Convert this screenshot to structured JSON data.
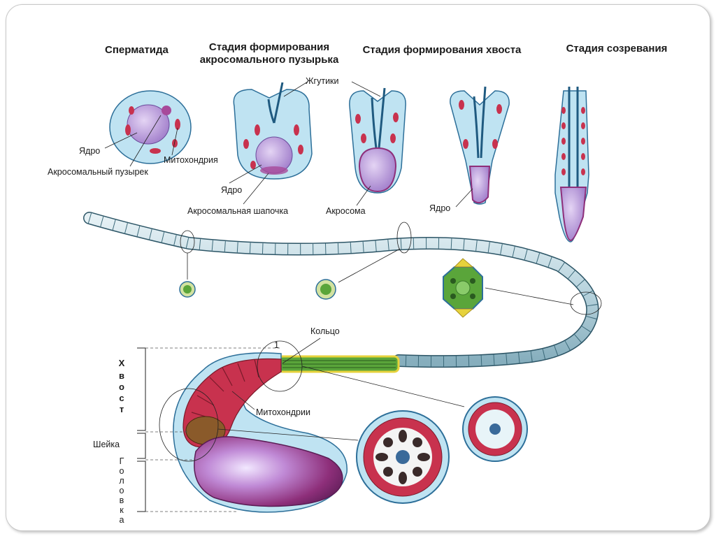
{
  "stages": {
    "spermatid": "Сперматида",
    "acrosome_formation_1": "Стадия формирования",
    "acrosome_formation_2": "акросомального пузырька",
    "tail_formation": "Стадия формирования хвоста",
    "maturation": "Стадия созревания"
  },
  "labels": {
    "nucleus_1": "Ядро",
    "mitochondrion": "Митохондрия",
    "acrosomal_vesicle": "Акросомальный пузырек",
    "flagella": "Жгутики",
    "nucleus_2": "Ядро",
    "acrosomal_cap": "Акросомальная шапочка",
    "acrosome": "Акросома",
    "nucleus_3": "Ядро",
    "ring": "Кольцо",
    "mitochondria": "Митохондрии",
    "neck": "Шейка",
    "marker_1": "1"
  },
  "vertical_labels": {
    "tail": [
      "Х",
      "в",
      "о",
      "с",
      "т"
    ],
    "head": [
      "Г",
      "о",
      "л",
      "о",
      "в",
      "к",
      "а"
    ]
  },
  "colors": {
    "cytoplasm": "#bfe3f2",
    "nucleus": "#c9a8e0",
    "mitochondria": "#c8324e",
    "tail": "#b9d4de",
    "midpiece": "#5aa53a",
    "ring": "#e6d23c",
    "head": "#8e2f7a"
  }
}
